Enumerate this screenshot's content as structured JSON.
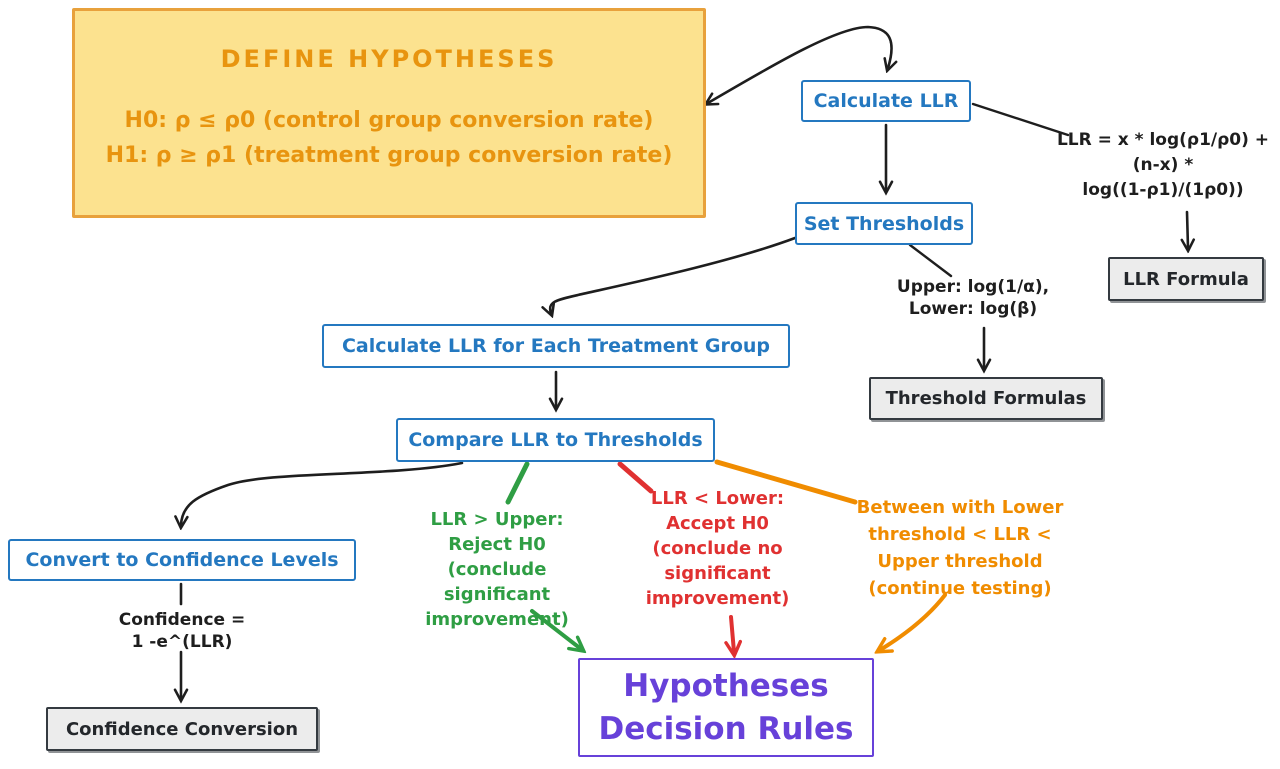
{
  "define_hypotheses": {
    "title": "DEFINE HYPOTHESES",
    "h0": "H0: ρ ≤ ρ0 (control group conversion rate)",
    "h1": "H1: ρ ≥ ρ1 (treatment group conversion rate)"
  },
  "process_nodes": {
    "calculate_llr": "Calculate LLR",
    "set_thresholds": "Set Thresholds",
    "calculate_llr_each": "Calculate LLR for Each Treatment Group",
    "compare_llr": "Compare LLR to Thresholds",
    "convert_confidence": "Convert to Confidence Levels"
  },
  "reference_nodes": {
    "llr_formula": "LLR Formula",
    "threshold_formulas": "Threshold Formulas",
    "confidence_conversion": "Confidence Conversion"
  },
  "notes": {
    "llr_formula_lines": [
      "LLR = x * log(ρ1/ρ0) +",
      "(n-x) *",
      "log((1-ρ1)/(1ρ0))"
    ],
    "threshold_lines": [
      "Upper: log(1/α),",
      "Lower: log(β)"
    ],
    "confidence_lines": [
      "Confidence =",
      "1 -e^(LLR)"
    ]
  },
  "branches": {
    "reject": {
      "lines": [
        "LLR > Upper:",
        "Reject H0",
        "(conclude significant",
        "improvement)"
      ]
    },
    "accept": {
      "lines": [
        "LLR < Lower:",
        "Accept H0",
        "(conclude no",
        "significant",
        "improvement)"
      ]
    },
    "continue": {
      "lines": [
        "Between with Lower",
        "threshold < LLR <",
        "Upper threshold",
        "(continue testing)"
      ]
    }
  },
  "decision_node": {
    "line1": "Hypotheses",
    "line2": "Decision Rules"
  },
  "colors": {
    "accent_blue": "#2478c0",
    "yellow_fill": "#fce28f",
    "yellow_border": "#e8a13c",
    "hypothesis_text": "#e8940f",
    "note_black": "#1e1e1e",
    "gray_fill": "#ececec",
    "gray_border": "#343a40",
    "green": "#2f9e44",
    "red": "#e03131",
    "orange": "#f08c00",
    "purple": "#6741d9",
    "canvas": "#ffffff"
  }
}
